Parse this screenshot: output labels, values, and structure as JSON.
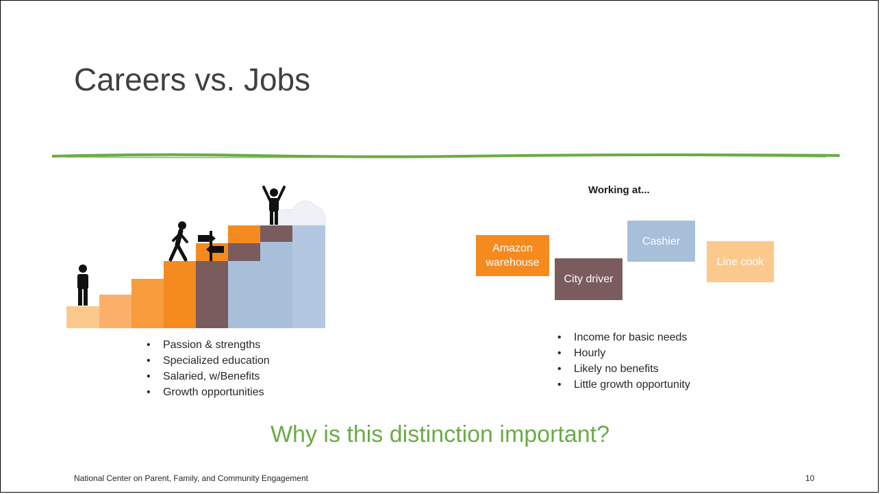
{
  "slide": {
    "title": "Careers vs. Jobs",
    "careers": {
      "bullets": [
        "Passion & strengths",
        "Specialized education",
        "Salaried, w/Benefits",
        "Growth opportunities"
      ]
    },
    "jobs": {
      "heading": "Working at...",
      "examples": [
        {
          "label": "Amazon warehouse",
          "color": "#f58a1f"
        },
        {
          "label": "City driver",
          "color": "#7a5c5f"
        },
        {
          "label": "Cashier",
          "color": "#a8bfda"
        },
        {
          "label": "Line cook",
          "color": "#fbc98c"
        }
      ],
      "bullets": [
        "Income for basic needs",
        "Hourly",
        "Likely no benefits",
        "Little growth opportunity"
      ]
    },
    "question": "Why is this distinction important?",
    "footer": "National Center on Parent, Family, and Community Engagement",
    "page_number": "10"
  },
  "colors": {
    "accent_green": "#6aab46",
    "stair_orange": "#f58a1f",
    "stair_brown": "#7a5c5f",
    "stair_blue": "#a8bfda",
    "stair_peach": "#fbc98c"
  }
}
